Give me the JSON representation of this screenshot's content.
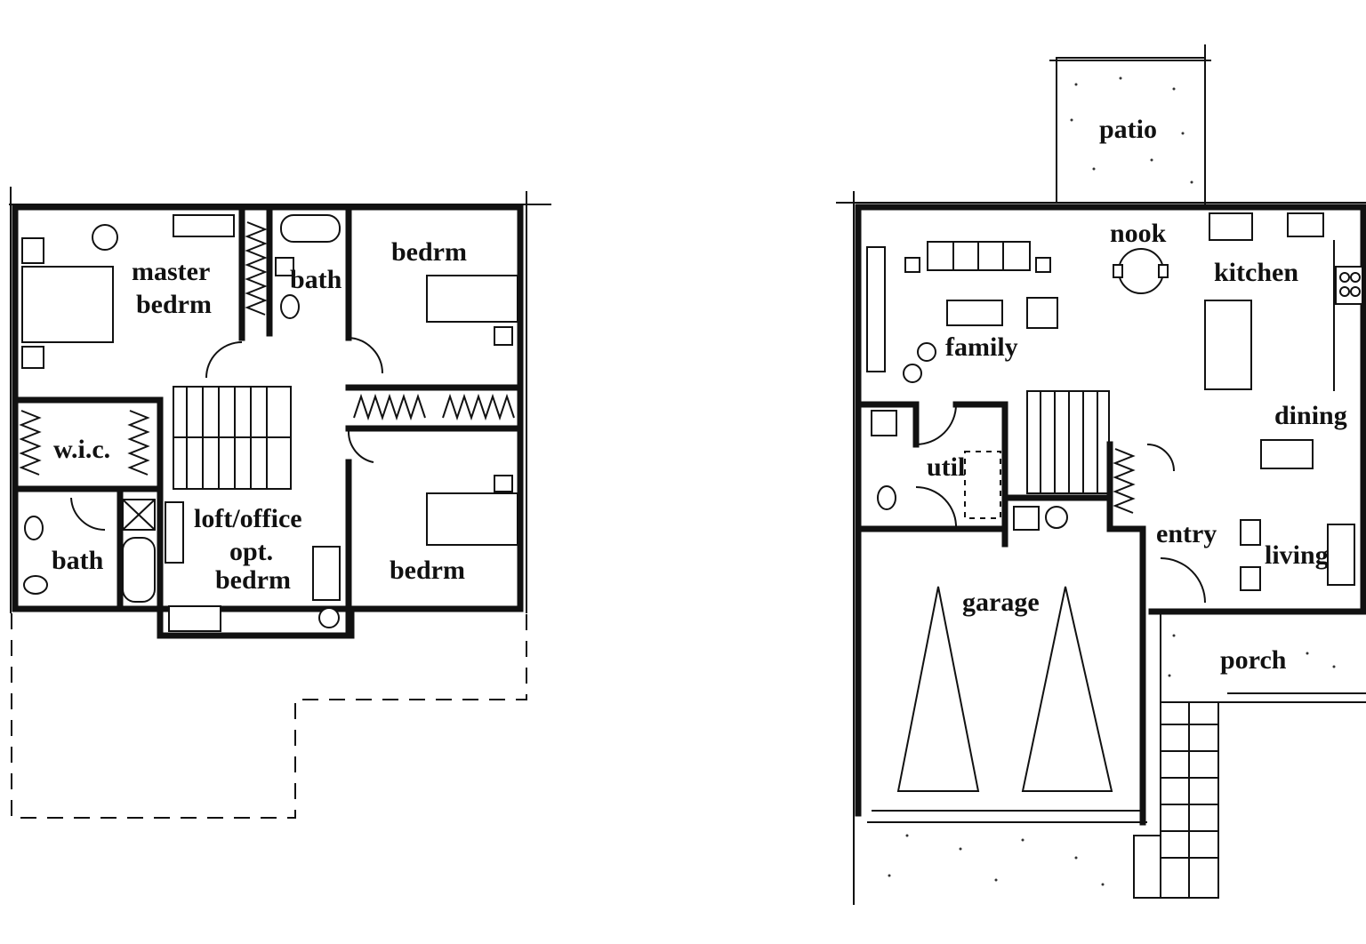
{
  "upper_floor": {
    "labels": {
      "master_line1": "master",
      "master_line2": "bedrm",
      "bath_upper": "bath",
      "bedrm_top": "bedrm",
      "wic": "w.i.c.",
      "bath_lower": "bath",
      "loft_line1": "loft/office",
      "loft_line2": "opt.",
      "loft_line3": "bedrm",
      "bedrm_bottom": "bedrm"
    }
  },
  "main_floor": {
    "labels": {
      "patio": "patio",
      "nook": "nook",
      "kitchen": "kitchen",
      "family": "family",
      "dining": "dining",
      "util": "util",
      "entry": "entry",
      "living": "living",
      "garage": "garage",
      "porch": "porch"
    }
  },
  "colors": {
    "ink": "#111111",
    "paper": "#ffffff"
  }
}
